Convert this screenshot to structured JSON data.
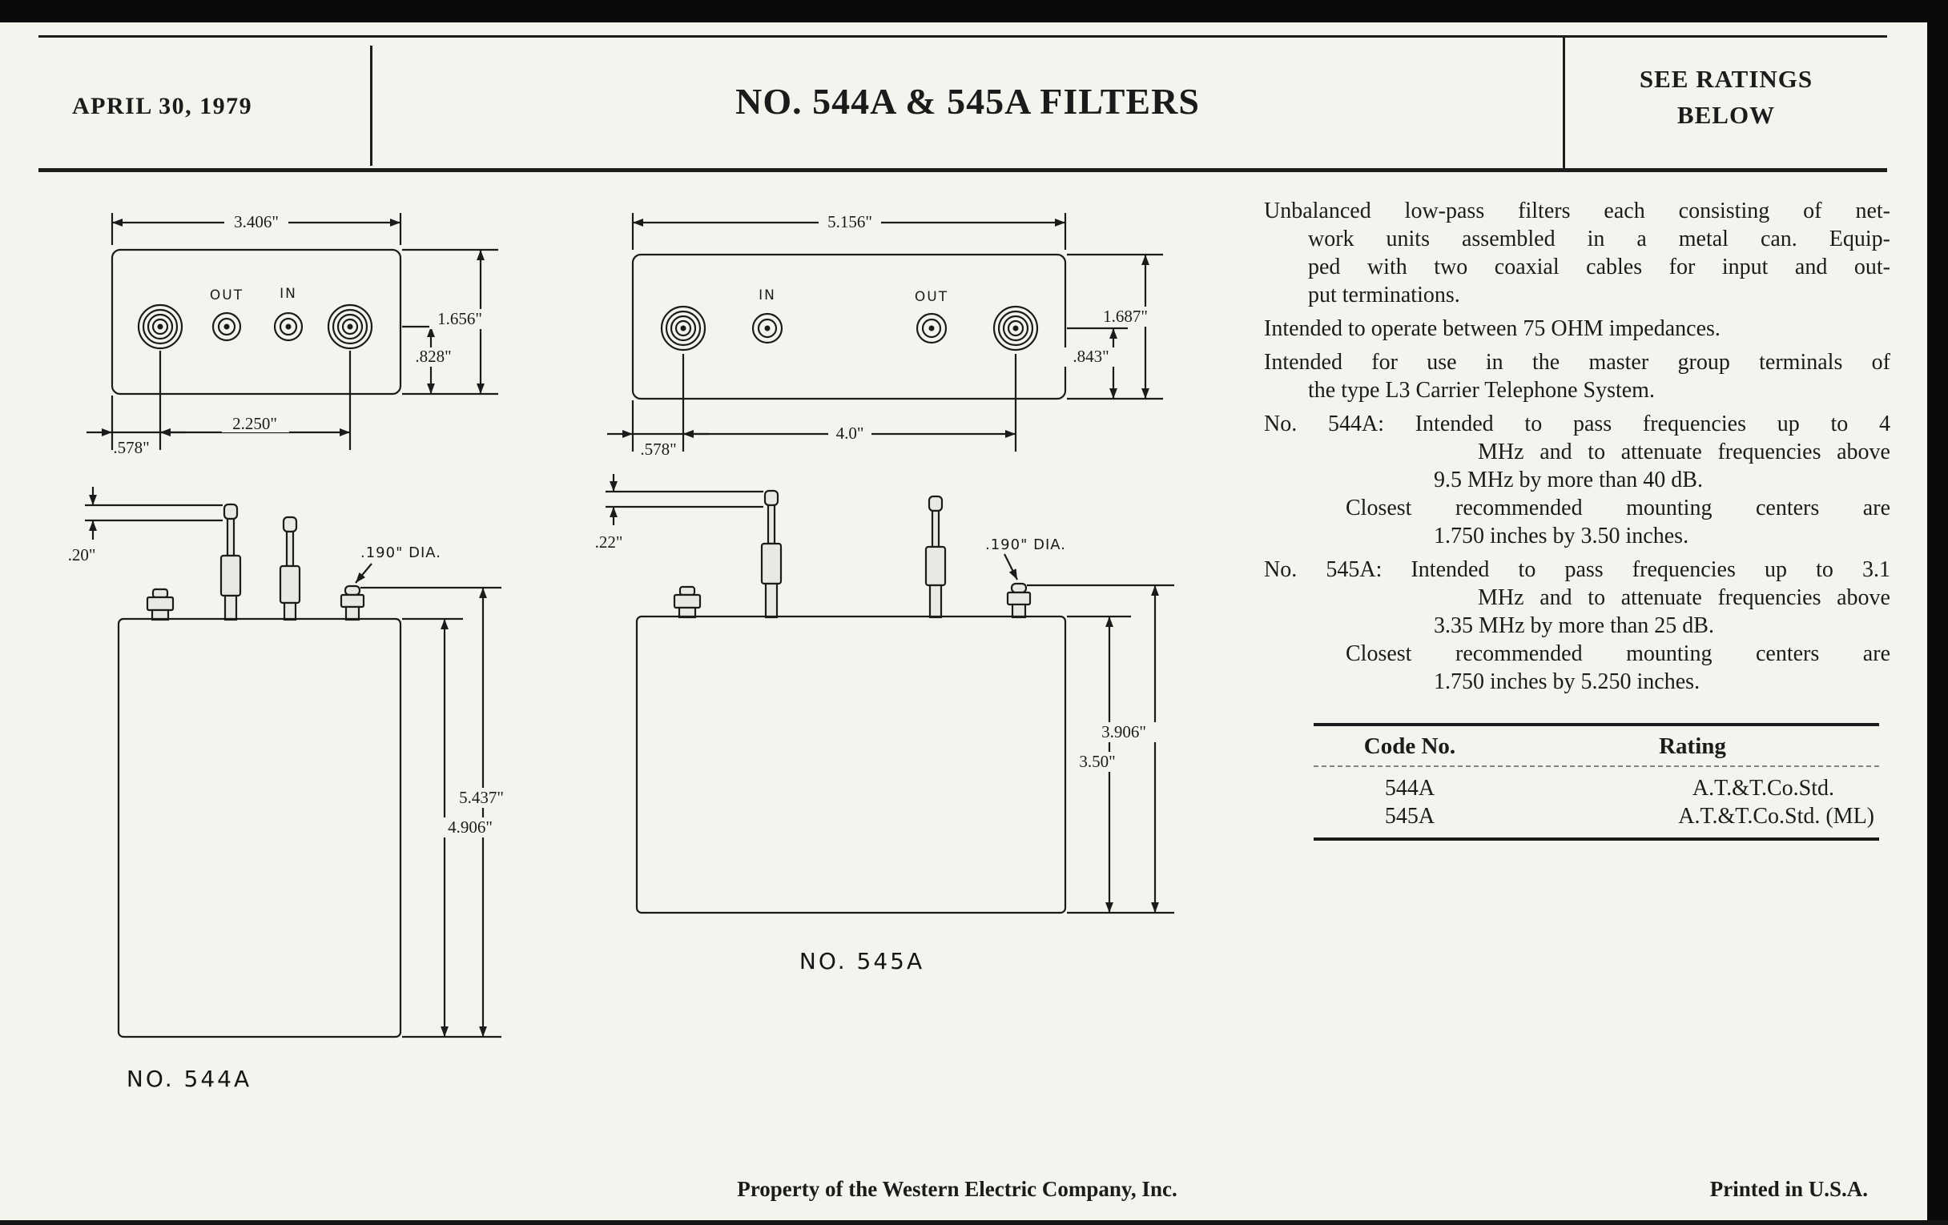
{
  "header": {
    "date": "APRIL 30, 1979",
    "title": "NO. 544A & 545A FILTERS",
    "ratings_note_line1": "SEE RATINGS",
    "ratings_note_line2": "BELOW"
  },
  "description": {
    "para1": [
      "Unbalanced low-pass filters each consisting of net-",
      "work units assembled in a metal can.  Equip-",
      "ped with two coaxial cables for input and out-",
      "put terminations."
    ],
    "para2": [
      "Intended to operate between 75 OHM impedances."
    ],
    "para3": [
      "Intended for use in the master group terminals of",
      "the type L3 Carrier Telephone System."
    ],
    "item_544a": [
      "No. 544A:  Intended to pass frequencies up to 4",
      "MHz and to attenuate frequencies above",
      "9.5 MHz by more than 40 dB.",
      "Closest recommended mounting centers are",
      "1.750 inches by 3.50 inches."
    ],
    "item_545a": [
      "No. 545A:  Intended to pass frequencies up to 3.1",
      "MHz and to attenuate frequencies above",
      "3.35 MHz by more than 25 dB.",
      "Closest recommended mounting centers are",
      "1.750 inches by 5.250 inches."
    ]
  },
  "ratings_table": {
    "headers": [
      "Code No.",
      "Rating"
    ],
    "rows": [
      {
        "code": "544A",
        "rating": "A.T.&T.Co.Std."
      },
      {
        "code": "545A",
        "rating": "A.T.&T.Co.Std.  (ML)"
      }
    ]
  },
  "drawing_544a_top": {
    "dim_width": "3.406\"",
    "dim_height": "1.656\"",
    "dim_half_height": ".828\"",
    "dim_edge_offset": ".578\"",
    "dim_centers": "2.250\"",
    "port_out": "OUT",
    "port_in": "IN"
  },
  "drawing_545a_top": {
    "dim_width": "5.156\"",
    "dim_height": "1.687\"",
    "dim_half_height": ".843\"",
    "dim_edge_offset": ".578\"",
    "dim_centers": "4.0\"",
    "port_in": "IN",
    "port_out": "OUT"
  },
  "drawing_544a_side": {
    "dim_cap": ".20\"",
    "dim_terminal_dia": ".190\" DIA.",
    "dim_overall_height": "5.437\"",
    "dim_can_height": "4.906\"",
    "caption": "NO. 544A"
  },
  "drawing_545a_side": {
    "dim_cap": ".22\"",
    "dim_terminal_dia": ".190\" DIA.",
    "dim_overall_height": "3.906\"",
    "dim_can_height": "3.50\"",
    "caption": "NO. 545A"
  },
  "footer": {
    "property_note": "Property of the Western Electric Company, Inc.",
    "printed_note": "Printed in U.S.A."
  }
}
